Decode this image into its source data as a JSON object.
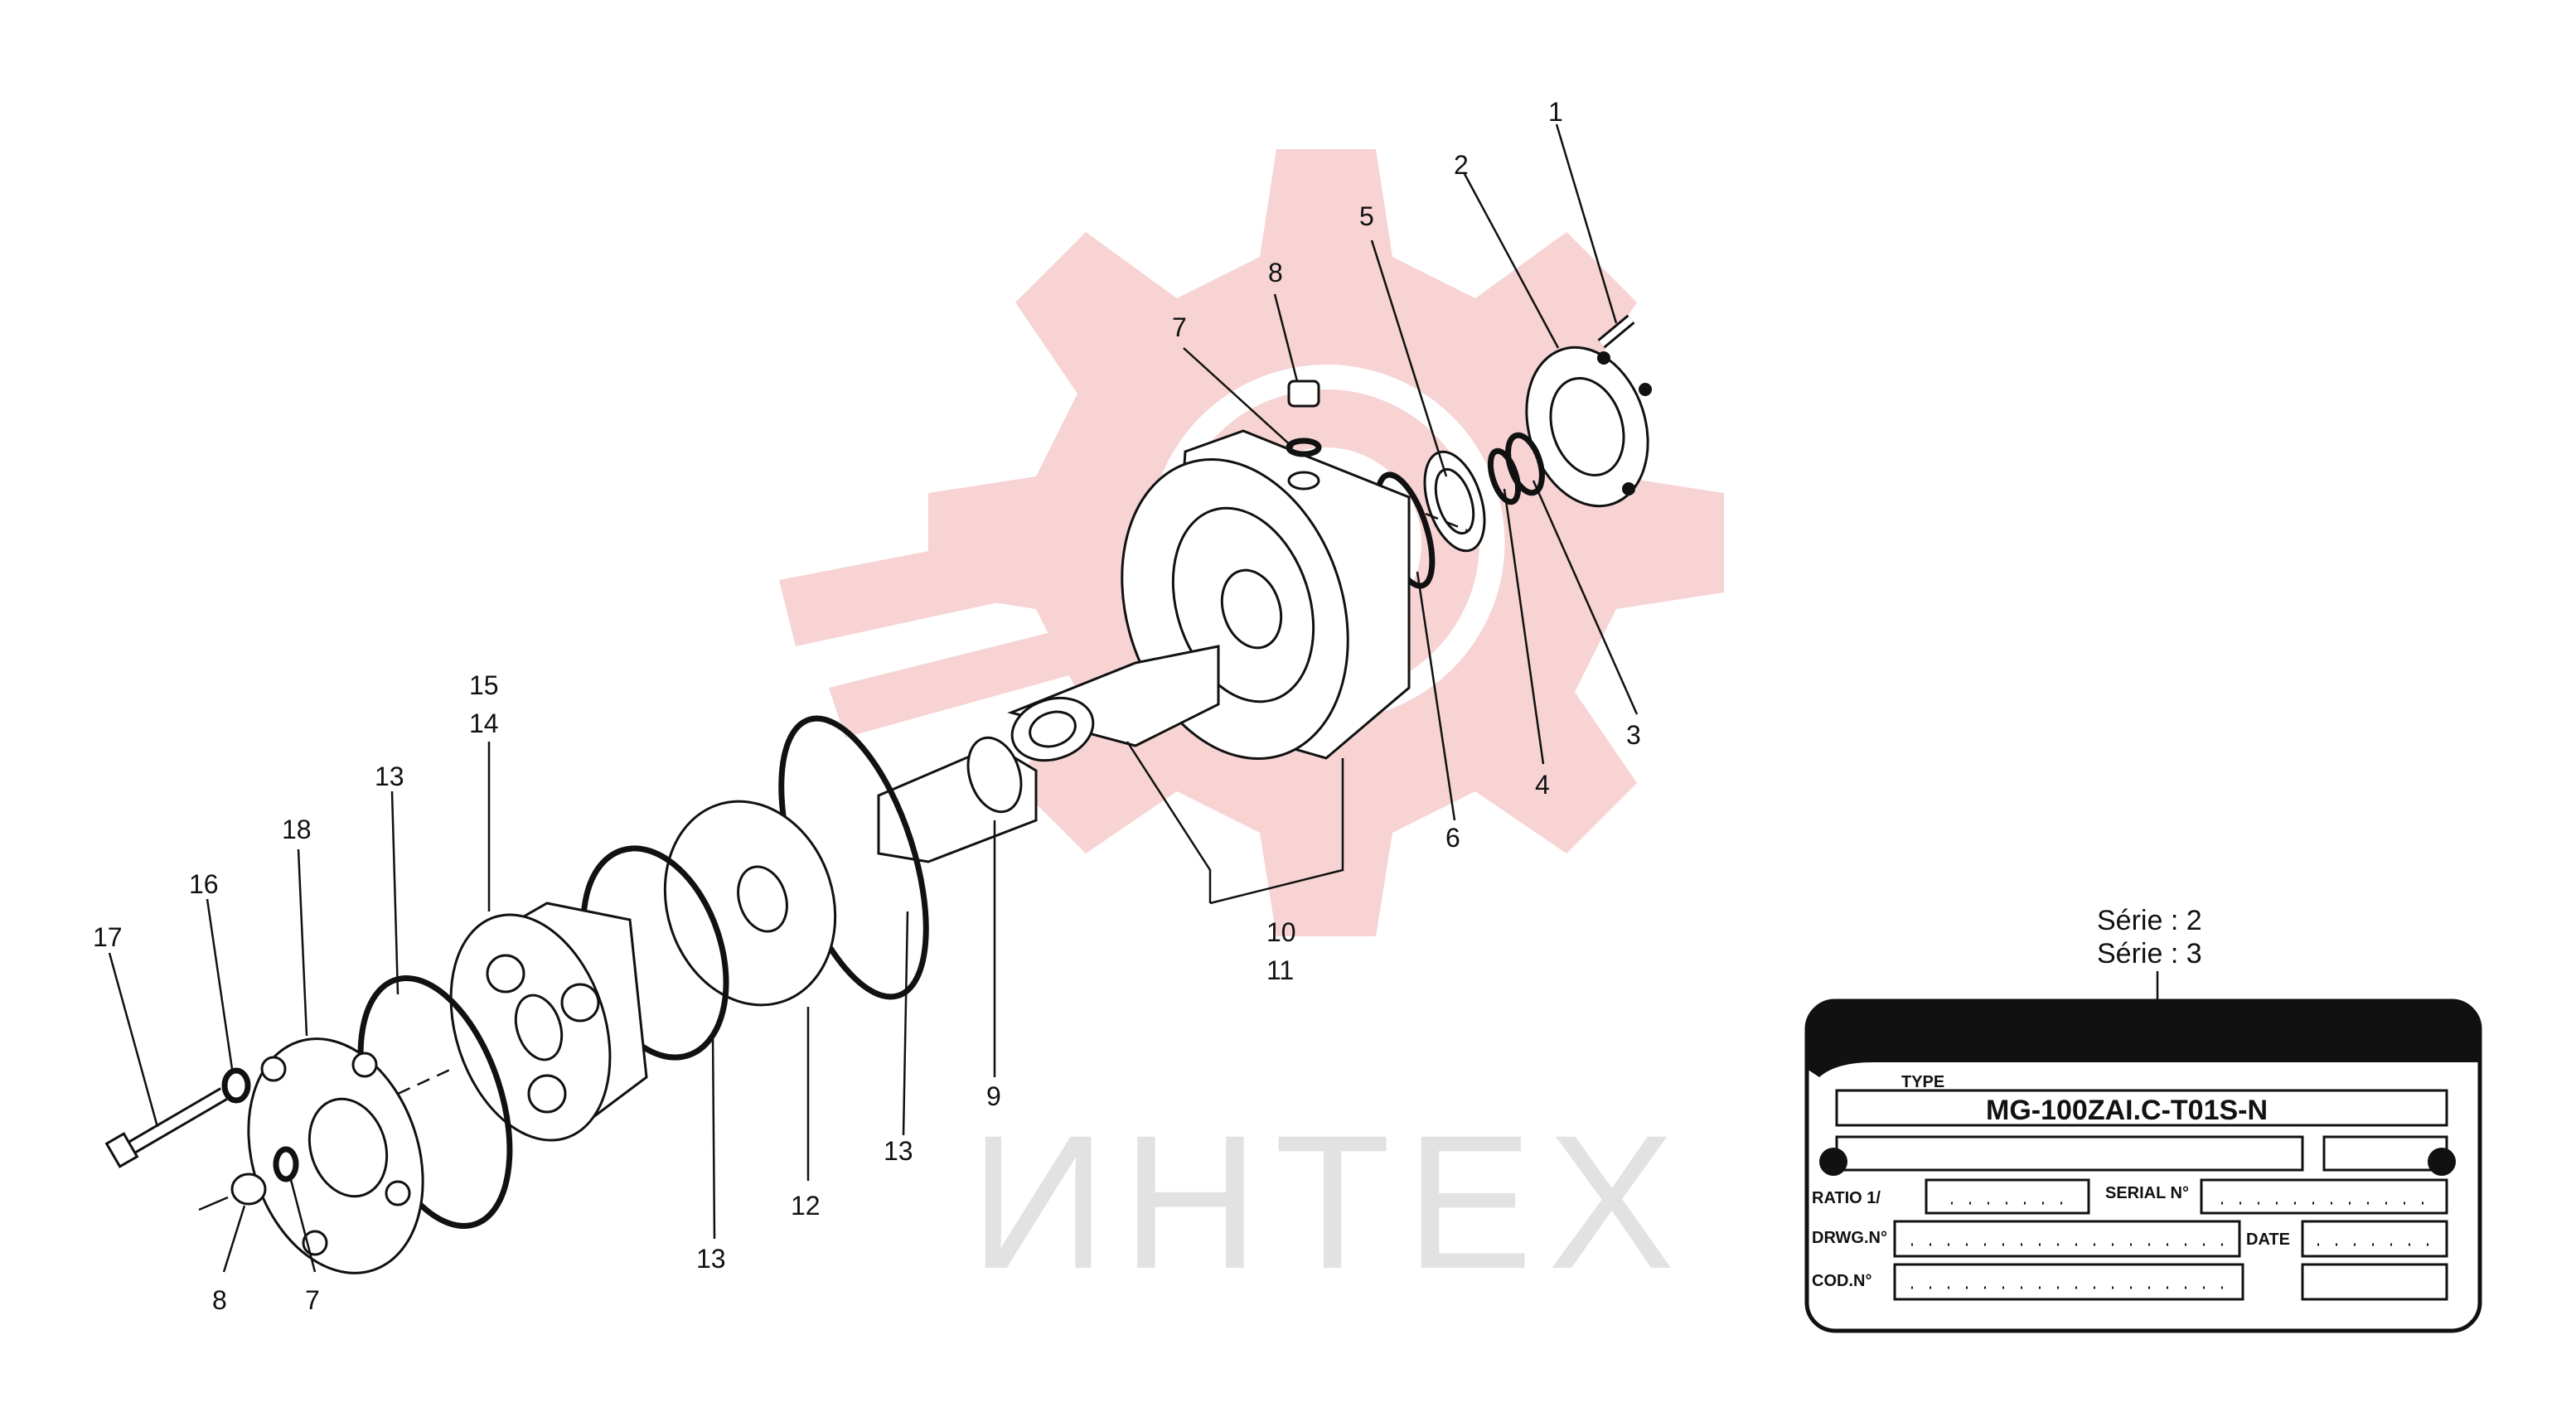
{
  "watermark": {
    "text": "ИНТЕХ",
    "logo_color": "#f7d3d3",
    "text_color": "#e2e2e2"
  },
  "callouts": {
    "c1": "1",
    "c2": "2",
    "c3": "3",
    "c4": "4",
    "c5": "5",
    "c6": "6",
    "c7_top": "7",
    "c8_top": "8",
    "c9": "9",
    "c10": "10",
    "c11": "11",
    "c12": "12",
    "c13_a": "13",
    "c13_b": "13",
    "c13_c": "13",
    "c14": "14",
    "c15": "15",
    "c16": "16",
    "c17": "17",
    "c18": "18",
    "c7_bottom": "7",
    "c8_bottom": "8"
  },
  "nameplate": {
    "serie_line1": "Série : 2",
    "serie_line2": "Série : 3",
    "type_label": "TYPE",
    "type_value": "MG-100ZAI.C-T01S-N",
    "ratio_label": "RATIO 1/",
    "serial_label": "SERIAL N°",
    "drawing_label": "DRWG.N°",
    "date_label": "DATE",
    "code_label": "COD.N°"
  }
}
